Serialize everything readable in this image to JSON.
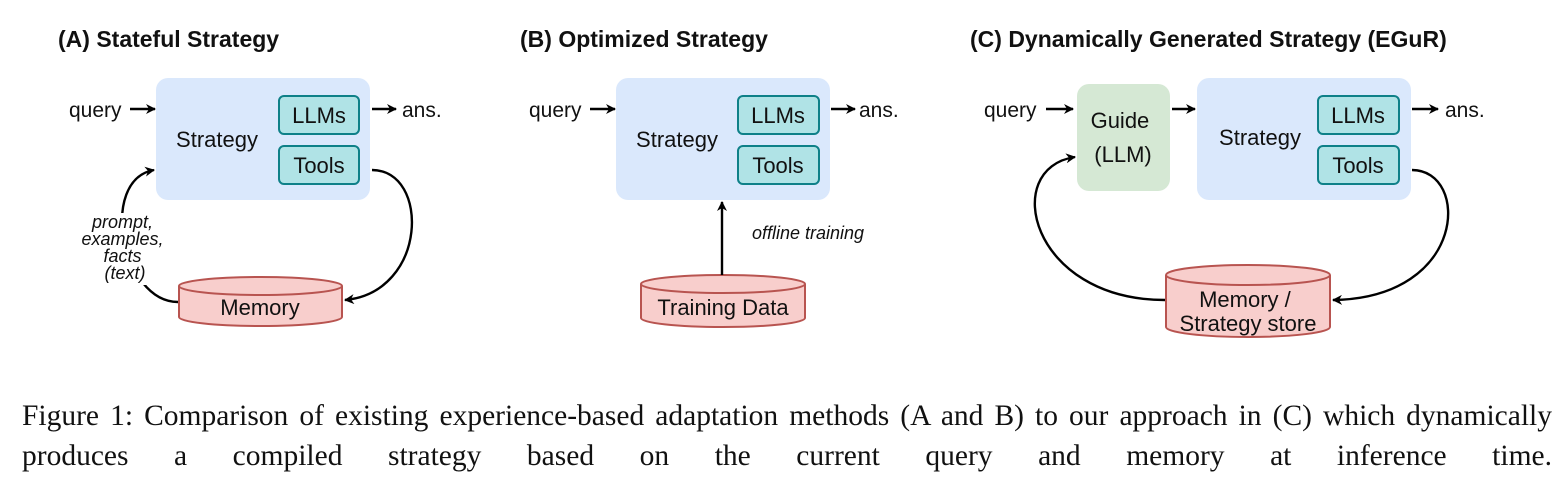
{
  "panels": [
    {
      "title": "(A) Stateful Strategy",
      "input_label": "query",
      "output_label": "ans.",
      "strategy_label": "Strategy",
      "llms_label": "LLMs",
      "tools_label": "Tools",
      "store_lines": [
        "Memory"
      ],
      "flow_note_lines": [
        "prompt,",
        "examples,",
        "facts",
        "(text)"
      ]
    },
    {
      "title": "(B) Optimized Strategy",
      "input_label": "query",
      "output_label": "ans.",
      "strategy_label": "Strategy",
      "llms_label": "LLMs",
      "tools_label": "Tools",
      "store_lines": [
        "Training Data"
      ],
      "flow_note": "offline training"
    },
    {
      "title": "(C) Dynamically Generated Strategy (EGuR)",
      "input_label": "query",
      "output_label": "ans.",
      "guide_lines": [
        "Guide",
        "(LLM)"
      ],
      "strategy_label": "Strategy",
      "llms_label": "LLMs",
      "tools_label": "Tools",
      "store_lines": [
        "Memory /",
        "Strategy store"
      ]
    }
  ],
  "caption": {
    "text": "Figure 1: Comparison of existing experience-based adaptation methods (A and B) to our approach in (C) which dynamically produces a compiled strategy based on the current query and memory at inference time."
  },
  "colors": {
    "strategy_fill": "#dae8fc",
    "component_fill": "#b0e3e6",
    "component_stroke": "#0e8088",
    "store_fill": "#f8cecc",
    "store_stroke": "#b85450",
    "guide_fill": "#d5e8d4"
  }
}
